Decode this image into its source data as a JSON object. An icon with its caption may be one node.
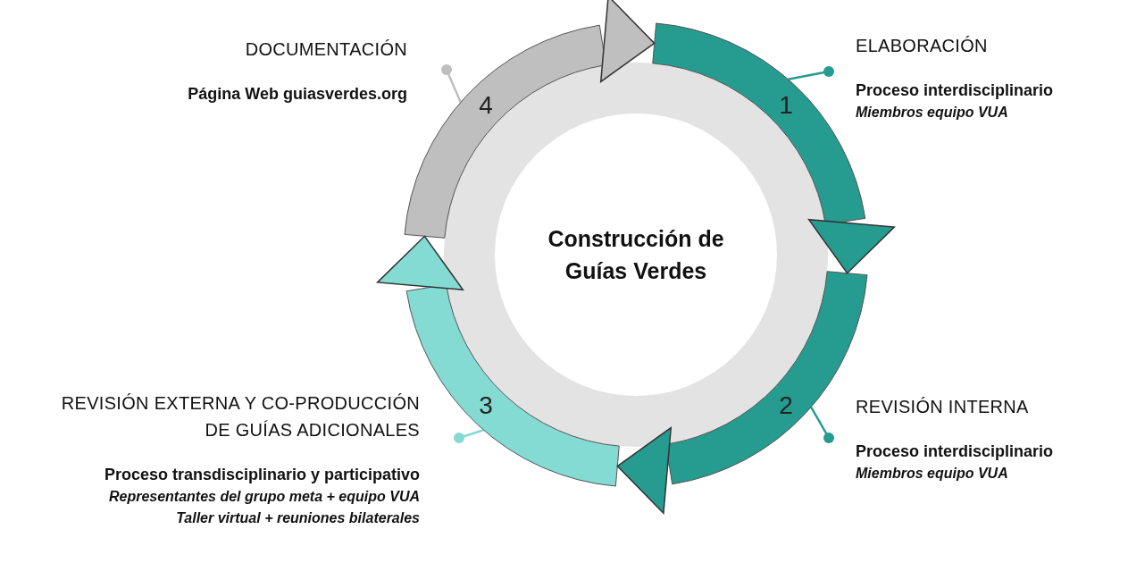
{
  "diagram": {
    "nodes": [
      {
        "text": [
          "Construcción de Guías Verdes"
        ]
      },
      {
        "text": [
          "1"
        ]
      },
      {
        "text": [
          "2"
        ]
      },
      {
        "text": [
          "3"
        ]
      },
      {
        "text": [
          "4"
        ]
      },
      {
        "text": [
          "ELABORACIÓN",
          "Proceso interdisciplinario",
          "Miembros equipo VUA"
        ]
      },
      {
        "text": [
          "REVISIÓN INTERNA",
          "Proceso interdisciplinario",
          "Miembros equipo VUA"
        ]
      },
      {
        "text": [
          "REVISIÓN EXTERNA Y CO-PRODUCCIÓN DE GUÍAS ADICIONALES",
          "Proceso transdisciplinario y participativo",
          "Representantes del grupo meta + equipo VUA",
          "Taller virtual + reuniones bilaterales"
        ]
      },
      {
        "text": [
          "DOCUMENTACIÓN",
          "Página Web guiasverdes.org"
        ]
      }
    ],
    "edges": [
      {
        "from": 1,
        "to": 2,
        "arrow": "to"
      },
      {
        "from": 2,
        "to": 3,
        "arrow": "to"
      },
      {
        "from": 3,
        "to": 4,
        "arrow": "to",
        "color": "#84dbd3"
      },
      {
        "from": 4,
        "to": 1,
        "arrow": "to",
        "color": "#bfbfbf"
      },
      {
        "from": 5,
        "to": 1,
        "arrow": "other"
      },
      {
        "from": 6,
        "to": 2,
        "arrow": "other"
      },
      {
        "from": 7,
        "to": 3,
        "arrow": "other",
        "color": "#84dbd3"
      },
      {
        "from": 8,
        "to": 4,
        "arrow": "other",
        "color": "#bfbfbf"
      }
    ]
  }
}
